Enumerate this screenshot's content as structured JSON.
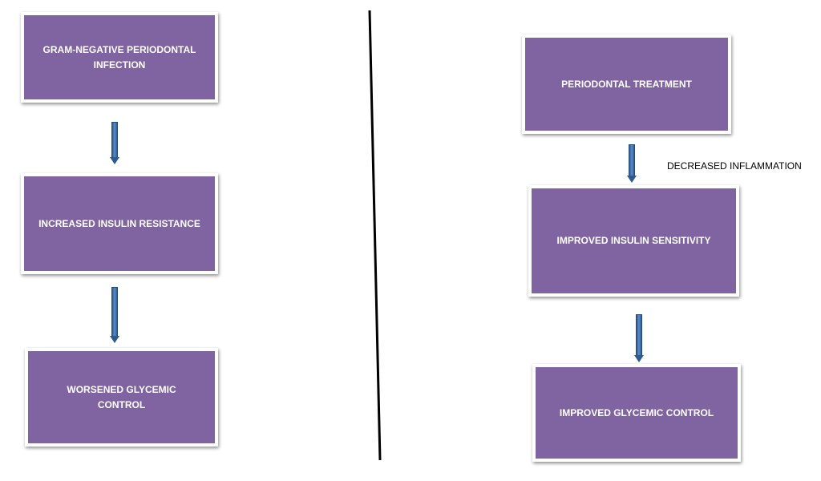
{
  "colors": {
    "box_fill": "#8064a2",
    "box_text": "#ffffff",
    "arrow": "#4a7bbf",
    "divider": "#000000"
  },
  "left_flow": {
    "box1": "GRAM-NEGATIVE PERIODONTAL INFECTION",
    "box2": "INCREASED INSULIN RESISTANCE",
    "box3": "WORSENED GLYCEMIC CONTROL"
  },
  "right_flow": {
    "box1": "PERIODONTAL TREATMENT",
    "annotation": "DECREASED INFLAMMATION",
    "box2": "IMPROVED INSULIN SENSITIVITY",
    "box3": "IMPROVED GLYCEMIC CONTROL"
  },
  "icons": {
    "arrow": "down-arrow-icon"
  }
}
